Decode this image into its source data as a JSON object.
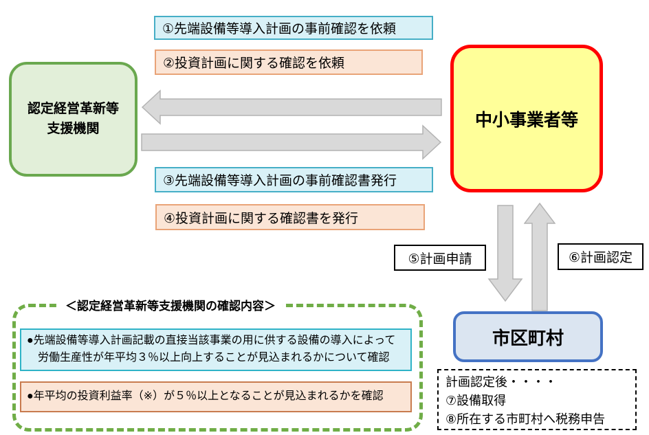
{
  "nodes": {
    "support_org": {
      "line1": "認定経営革新等",
      "line2": "支援機関"
    },
    "sme": {
      "label": "中小事業者等"
    },
    "municipality": {
      "label": "市区町村"
    }
  },
  "steps": {
    "s1": "①先端設備等導入計画の事前確認を依頼",
    "s2": "②投資計画に関する確認を依頼",
    "s3": "③先端設備等導入計画の事前確認書発行",
    "s4": "④投資計画に関する確認書を発行",
    "s5": "⑤計画申請",
    "s6": "⑥計画認定"
  },
  "confirm_panel": {
    "title": "＜認定経営革新等支援機関の確認内容＞",
    "item1_line1": "●先端設備等導入計画記載の直接当該事業の用に供する設備の導入によって",
    "item1_line2": "労働生産性が年平均３％以上向上することが見込まれるかについて確認",
    "item2": "●年平均の投資利益率（※）が５％以上となることが見込まれるかを確認"
  },
  "post_panel": {
    "line1": "計画認定後・・・・",
    "line2": "⑦設備取得",
    "line3": "⑧所在する市町村へ税務申告"
  },
  "colors": {
    "support_fill": "#e2efd9",
    "support_border": "#6aa84f",
    "sme_fill": "#ffff99",
    "sme_border": "#ff0000",
    "municipality_fill": "#dbe5f1",
    "municipality_border": "#4472c4",
    "cyan_fill": "#d9f1f7",
    "cyan_border": "#45aec6",
    "orange_fill": "#fbe5d6",
    "orange_border_light": "#e9a377",
    "orange_border_dark": "#c87b4e",
    "arrow_fill": "#d9d9d9",
    "arrow_stroke": "#b3b3b3",
    "dashed_green": "#70ad47"
  }
}
